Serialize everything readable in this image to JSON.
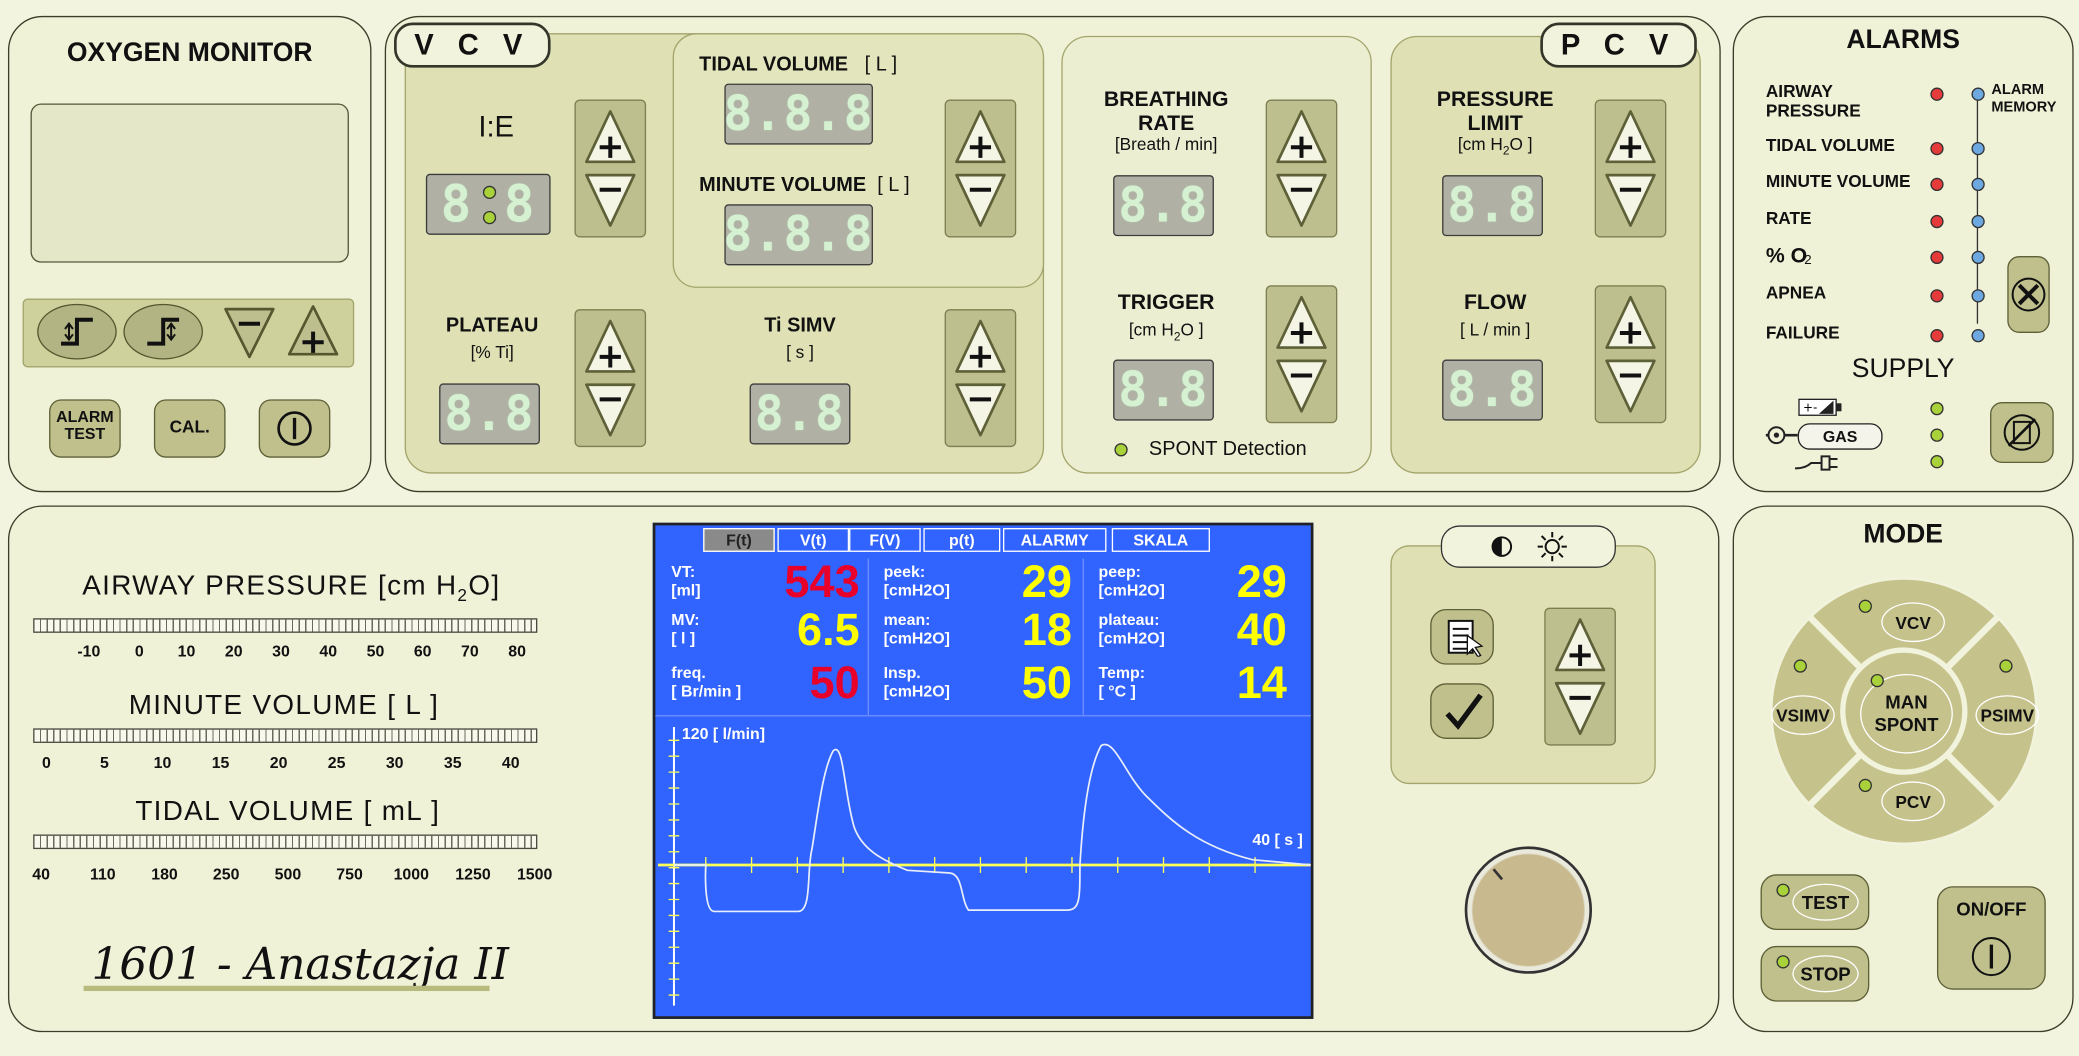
{
  "oxygen_monitor": {
    "title": "OXYGEN MONITOR",
    "alarm_test": "ALARM TEST",
    "cal": "CAL."
  },
  "vcv": {
    "tab": "V C V",
    "ie": {
      "label": "I:E",
      "display": "8 8"
    },
    "tidal_volume": {
      "label": "TIDAL VOLUME",
      "unit": "[ L ]",
      "display": "8.8.8"
    },
    "minute_volume": {
      "label": "MINUTE VOLUME",
      "unit": "[ L ]",
      "display": "8.8.8"
    },
    "plateau": {
      "label": "PLATEAU",
      "unit": "[% Ti]",
      "display": "8.8"
    },
    "ti_simv": {
      "label": "Ti SIMV",
      "unit": "[ s ]",
      "display": "8.8"
    }
  },
  "breathing": {
    "rate": {
      "label1": "BREATHING",
      "label2": "RATE",
      "unit": "[Breath / min]",
      "display": "8.8"
    },
    "trigger": {
      "label": "TRIGGER",
      "unit_prefix": "[cm H",
      "unit_sub": "2",
      "unit_suffix": "O ]",
      "display": "8.8"
    },
    "spont": "SPONT Detection"
  },
  "pcv": {
    "tab": "P C V",
    "pressure_limit": {
      "label1": "PRESSURE",
      "label2": "LIMIT",
      "unit_prefix": "[cm H",
      "unit_sub": "2",
      "unit_suffix": "O ]",
      "display": "8.8"
    },
    "flow": {
      "label": "FLOW",
      "unit": "[ L / min ]",
      "display": "8.8"
    }
  },
  "alarms": {
    "title": "ALARMS",
    "memory": "ALARM MEMORY",
    "items": [
      "AIRWAY PRESSURE",
      "TIDAL VOLUME",
      "MINUTE VOLUME",
      "RATE",
      "% O",
      "APNEA",
      "FAILURE"
    ],
    "o2_sub": "2",
    "supply_title": "SUPPLY",
    "gas": "GAS"
  },
  "gauges": {
    "airway": {
      "label_prefix": "AIRWAY  PRESSURE  [cm H",
      "label_sub": "2",
      "label_suffix": "O]",
      "ticks": [
        "-10",
        "0",
        "10",
        "20",
        "30",
        "40",
        "50",
        "60",
        "70",
        "80"
      ]
    },
    "minute": {
      "label": "MINUTE  VOLUME   [ L ]",
      "ticks": [
        "0",
        "5",
        "10",
        "15",
        "20",
        "25",
        "30",
        "35",
        "40"
      ]
    },
    "tidal": {
      "label": "TIDAL  VOLUME   [ mL ]",
      "ticks": [
        "40",
        "110",
        "180",
        "250",
        "500",
        "750",
        "1000",
        "1250",
        "1500"
      ]
    }
  },
  "device_name": "1601 - Anastazja II",
  "screen": {
    "tabs": [
      "F(t)",
      "V(t)",
      "F(V)",
      "p(t)",
      "ALARMY",
      "SKALA"
    ],
    "active_tab": "F(t)",
    "readouts": [
      {
        "l1": "VT:",
        "l2": "[ml]",
        "value": "543",
        "color": "#e8002a"
      },
      {
        "l1": "peek:",
        "l2": "[cmH2O]",
        "value": "29",
        "color": "#ffff00"
      },
      {
        "l1": "peep:",
        "l2": "[cmH2O]",
        "value": "29",
        "color": "#ffff00"
      },
      {
        "l1": "MV:",
        "l2": "[ l ]",
        "value": "6.5",
        "color": "#ffff00"
      },
      {
        "l1": "mean:",
        "l2": "[cmH2O]",
        "value": "18",
        "color": "#ffff00"
      },
      {
        "l1": "plateau:",
        "l2": "[cmH2O]",
        "value": "40",
        "color": "#ffff00"
      },
      {
        "l1": "freq.",
        "l2": "[ Br/min ]",
        "value": "50",
        "color": "#e8002a"
      },
      {
        "l1": "Insp.",
        "l2": "[cmH2O]",
        "value": "50",
        "color": "#ffff00"
      },
      {
        "l1": "Temp:",
        "l2": "[ °C ]",
        "value": "14",
        "color": "#ffff00"
      }
    ],
    "y_label": "120 [ l/min]",
    "x_label": "40 [ s ]"
  },
  "mode": {
    "title": "MODE",
    "vcv": "VCV",
    "vsimv": "VSIMV",
    "psimv": "PSIMV",
    "pcv": "PCV",
    "man1": "MAN",
    "man2": "SPONT",
    "test": "TEST",
    "stop": "STOP",
    "onoff": "ON/OFF"
  }
}
